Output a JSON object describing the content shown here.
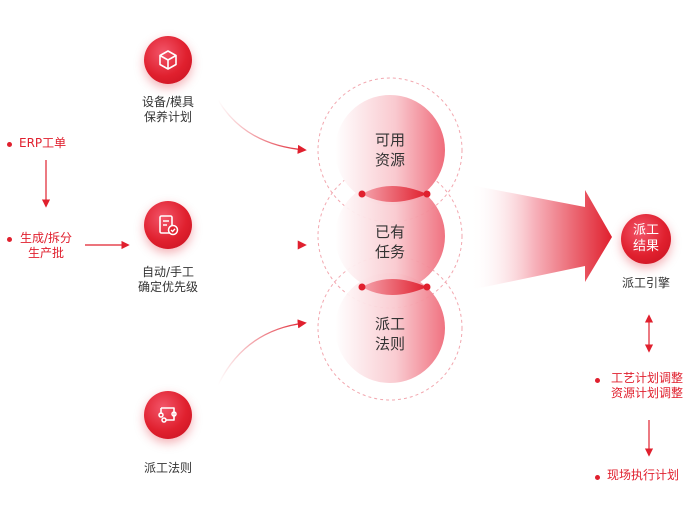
{
  "left_flow": {
    "erp_order": "ERP工单",
    "batch_line1": "生成/拆分",
    "batch_line2": "生产批"
  },
  "inputs": {
    "equipment_line1": "设备/模具",
    "equipment_line2": "保养计划",
    "priority_line1": "自动/手工",
    "priority_line2": "确定优先级",
    "rules_label": "派工法则"
  },
  "bubbles": {
    "available_line1": "可用",
    "available_line2": "资源",
    "assigned_line1": "已有",
    "assigned_line2": "任务",
    "rules_line1": "派工",
    "rules_line2": "法则"
  },
  "result": {
    "circle_line1": "派工",
    "circle_line2": "结果",
    "engine_label": "派工引擎"
  },
  "right_flow": {
    "adjust_line1": "工艺计划调整",
    "adjust_line2": "资源计划调整",
    "execute": "现场执行计划"
  },
  "colors": {
    "accent": "#e0202e",
    "text": "#333333"
  }
}
